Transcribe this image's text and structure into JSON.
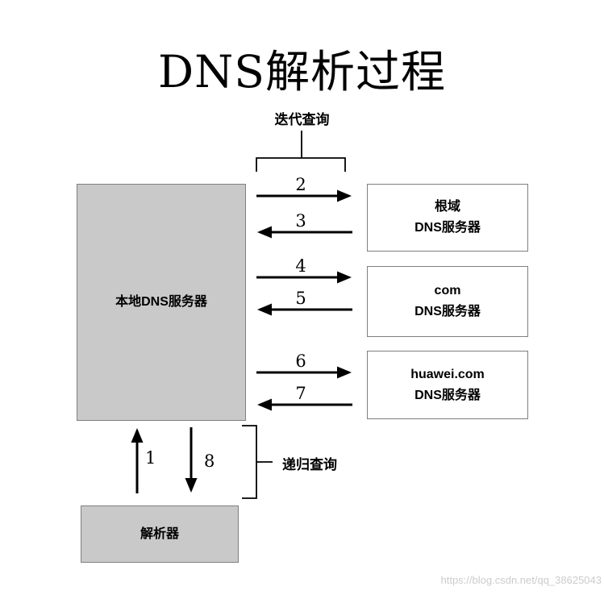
{
  "title": "DNS解析过程",
  "labels": {
    "iterative_query": "迭代查询",
    "recursive_query": "递归查询"
  },
  "nodes": {
    "local_dns": {
      "label": "本地DNS服务器"
    },
    "root_dns": {
      "line1": "根域",
      "line2": "DNS服务器"
    },
    "com_dns": {
      "line1": "com",
      "line2": "DNS服务器"
    },
    "huawei_dns": {
      "line1": "huawei.com",
      "line2": "DNS服务器"
    },
    "resolver": {
      "label": "解析器"
    }
  },
  "steps": [
    "1",
    "2",
    "3",
    "4",
    "5",
    "6",
    "7",
    "8"
  ],
  "watermark": "https://blog.csdn.net/qq_38625043",
  "colors": {
    "box_fill": "#c9c9c9",
    "box_border": "#7f7f7f",
    "arrow": "#000000",
    "watermark": "#cccccc"
  }
}
